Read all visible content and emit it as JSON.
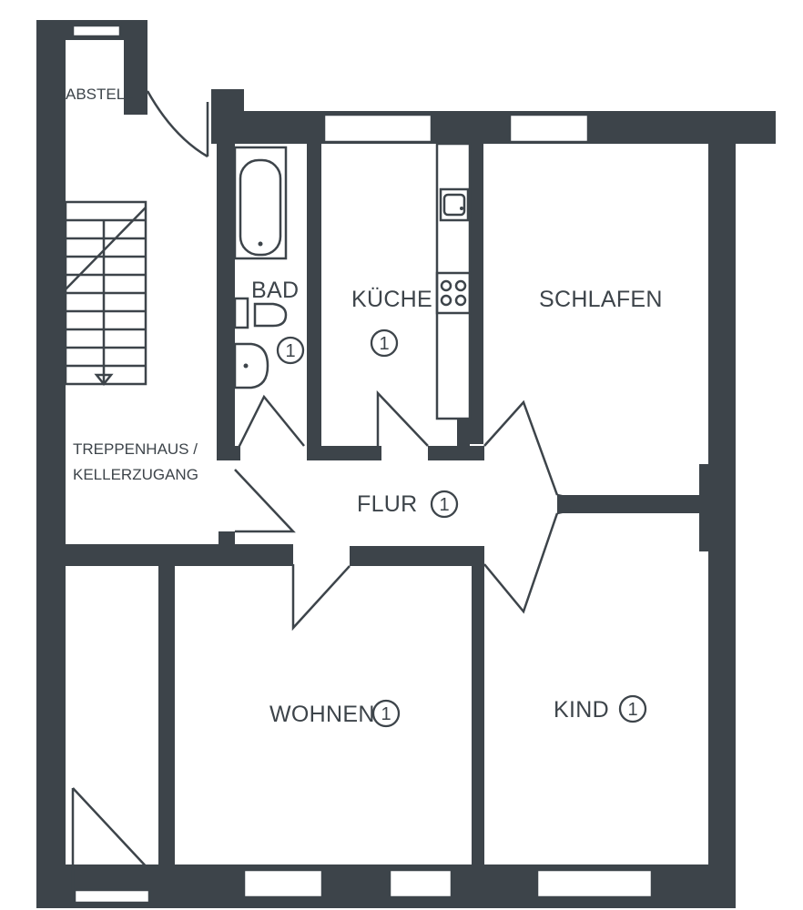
{
  "rooms": {
    "abstell": {
      "label": "ABSTELL"
    },
    "bad": {
      "label": "BAD",
      "marker": "1"
    },
    "kueche": {
      "label": "KÜCHE",
      "marker": "1"
    },
    "schlafen": {
      "label": "SCHLAFEN"
    },
    "treppenhaus": {
      "line1": "TREPPENHAUS /",
      "line2": "KELLERZUGANG"
    },
    "flur": {
      "label": "FLUR",
      "marker": "1"
    },
    "wohnen": {
      "label": "WOHNEN",
      "marker": "1"
    },
    "kind": {
      "label": "KIND",
      "marker": "1"
    }
  },
  "colors": {
    "wall": "#3d444a",
    "background": "#ffffff"
  }
}
